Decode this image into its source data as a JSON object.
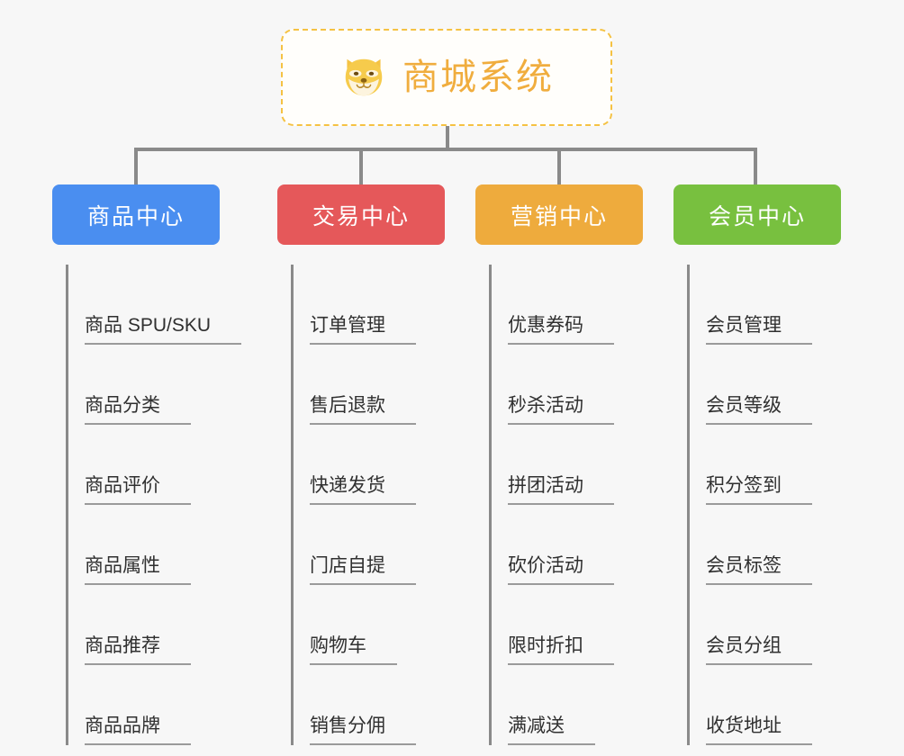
{
  "page": {
    "background_color": "#f7f7f7",
    "type": "organization-mindmap"
  },
  "root": {
    "title": "商城系统",
    "icon": "shiba-dog-face-icon",
    "text_color": "#f0ad3e",
    "border_color": "#f5c243",
    "border_style": "dashed"
  },
  "connector": {
    "color": "#8a8a8a"
  },
  "columns": [
    {
      "title": "商品中心",
      "color": "#4a8ef0",
      "items": [
        "商品 SPU/SKU",
        "商品分类",
        "商品评价",
        "商品属性",
        "商品推荐",
        "商品品牌"
      ]
    },
    {
      "title": "交易中心",
      "color": "#e5585a",
      "items": [
        "订单管理",
        "售后退款",
        "快递发货",
        "门店自提",
        "购物车",
        "销售分佣"
      ]
    },
    {
      "title": "营销中心",
      "color": "#eeab3d",
      "items": [
        "优惠券码",
        "秒杀活动",
        "拼团活动",
        "砍价活动",
        "限时折扣",
        "满减送"
      ]
    },
    {
      "title": "会员中心",
      "color": "#78c03f",
      "items": [
        "会员管理",
        "会员等级",
        "积分签到",
        "会员标签",
        "会员分组",
        "收货地址"
      ]
    }
  ]
}
